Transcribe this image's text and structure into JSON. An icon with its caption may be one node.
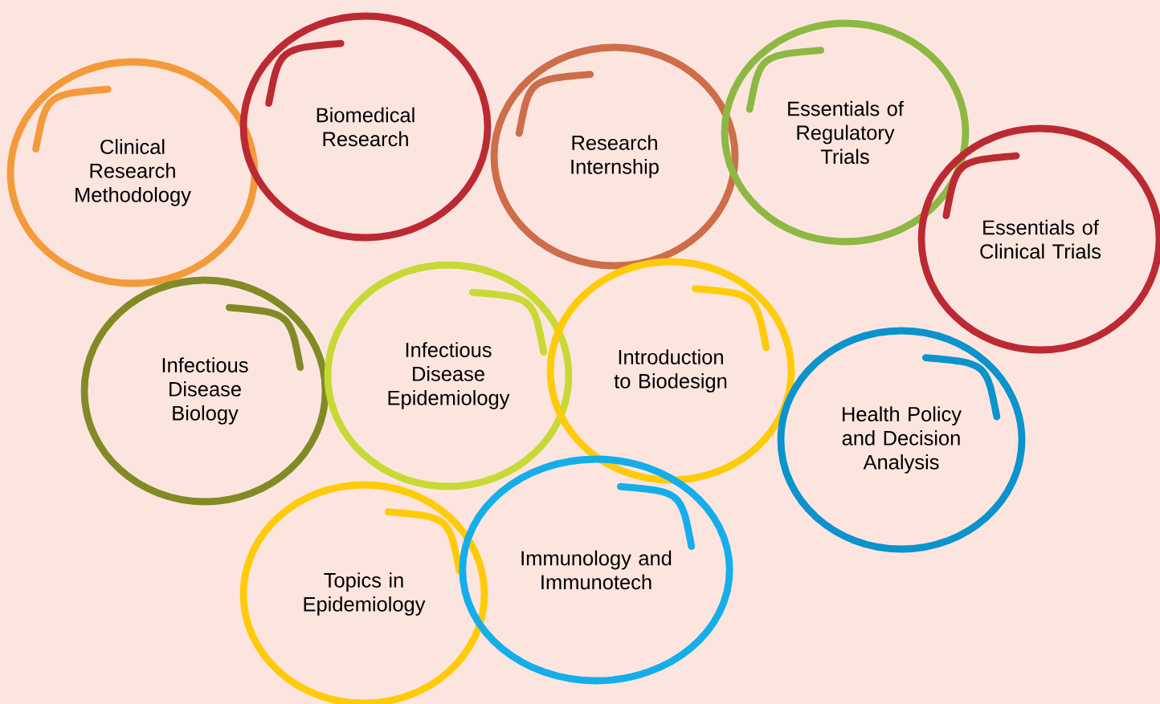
{
  "diagram": {
    "nodes": [
      {
        "text": [
          "Clinical Research Methodology"
        ]
      },
      {
        "text": [
          "Biomedical Research"
        ]
      },
      {
        "text": [
          "Research Internship"
        ]
      },
      {
        "text": [
          "Essentials of Regulatory Trials"
        ]
      },
      {
        "text": [
          "Essentials of Clinical Trials"
        ]
      },
      {
        "text": [
          "Infectious Disease Biology"
        ]
      },
      {
        "text": [
          "Infectious Disease Epidemiology"
        ]
      },
      {
        "text": [
          "Introduction to Biodesign"
        ]
      },
      {
        "text": [
          "Health Policy and Decision Analysis"
        ]
      },
      {
        "text": [
          "Topics in Epidemiology"
        ]
      },
      {
        "text": [
          "Immunology and Immunotech"
        ]
      }
    ]
  }
}
